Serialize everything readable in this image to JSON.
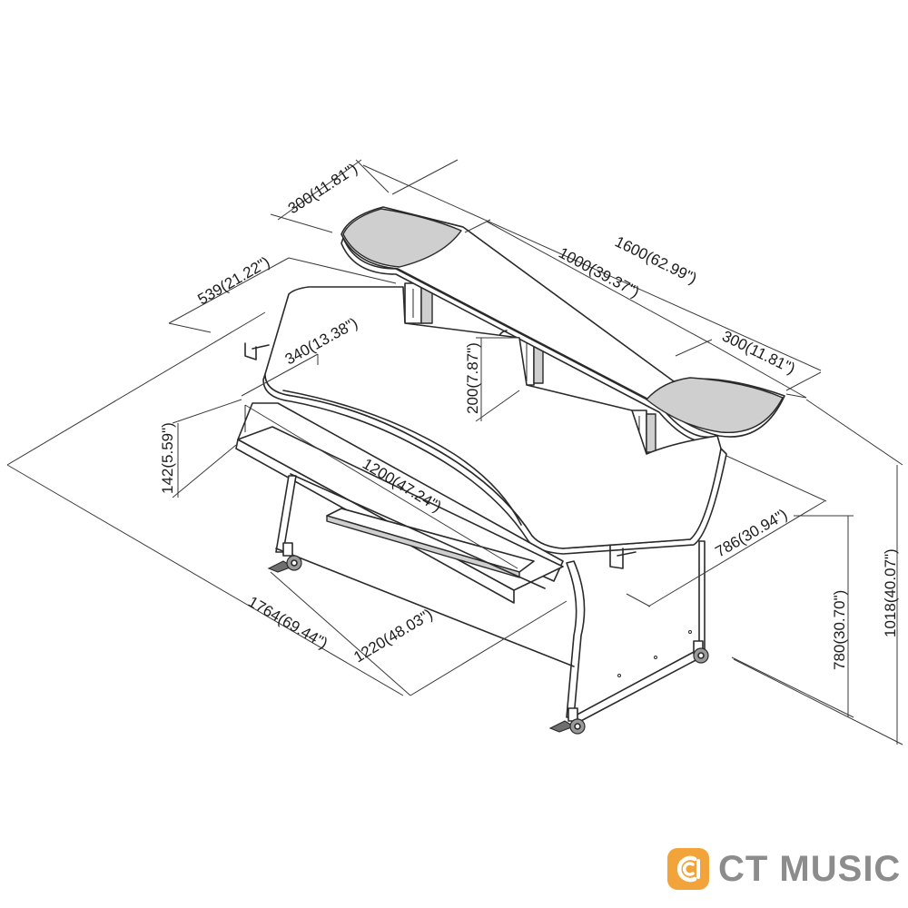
{
  "dimensions": {
    "top_shelf_depth": "300(11.81\")",
    "top_shelf_width": "1600(62.99\")",
    "top_shelf_center": "1000(39.37\")",
    "top_shelf_end": "300(11.81\")",
    "desk_side_depth": "539(21.22\")",
    "desk_inner_depth": "340(13.38\")",
    "riser_height": "200(7.87\")",
    "tray_height": "142(5.59\")",
    "keyboard_width": "1200(47.24\")",
    "desk_depth": "786(30.94\")",
    "overall_width": "1764(69.44\")",
    "frame_width": "1220(48.03\")",
    "desk_height": "780(30.70\")",
    "overall_height": "1018(40.07\")"
  },
  "brand": {
    "name": "CT MUSIC",
    "accent": "#f2a43a",
    "text_color": "#8c8c8c",
    "icon": "ct-music-logo-icon"
  }
}
